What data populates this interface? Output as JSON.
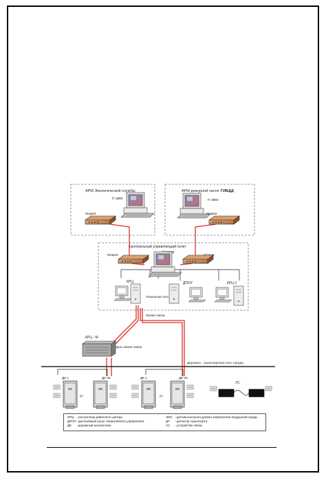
{
  "zones": {
    "ecology": {
      "title": "АРМ Экологической службы",
      "pc_label": "П ЭВМ",
      "modem_label": "Модем"
    },
    "police": {
      "title_prefix": "АРМ дежурной части",
      "title_bold": "ГИБДД",
      "pc_label": "П ЭВМ",
      "modem_label": "Модем"
    },
    "center": {
      "title": "Центральный управляющий пункт",
      "server_label": "Сервер",
      "modem_left": "Модем",
      "modem_right": "Модем",
      "krc_label": "КРЦ",
      "lan_label": "Локальная сеть",
      "dpou_label": "ДПОУ",
      "krc2_label": "КРЦ 2"
    }
  },
  "links": {
    "comm_lines": "Линии связи",
    "comm_line": "Одна линия связи",
    "road_network": "Дорожно - транспортная сеть города"
  },
  "krc_m": {
    "label": "КРЦ - М"
  },
  "field": {
    "dk1_a": "ДК 1",
    "dk40_a": "ДК 40",
    "dk1_b": "ДК 1",
    "dk40_b": "ДК 40",
    "us_label": "УС",
    "dt_label": "ДТ"
  },
  "legend": {
    "items": [
      {
        "abbr": "КРЦ",
        "text": "- контроллер районного центра"
      },
      {
        "abbr": "ДПОУ",
        "text": "- дисплейный пульт оперативного управления"
      },
      {
        "abbr": "ДК",
        "text": "- дорожный контроллер"
      },
      {
        "abbr": "ЭКО",
        "text": "- датчик контроля уровня загрязнения воздушной среды"
      },
      {
        "abbr": "ДТ",
        "text": "- детектор транспорта"
      },
      {
        "abbr": "УС",
        "text": "- устройство связи"
      }
    ]
  },
  "colors": {
    "link_red": "#d9302c",
    "modem_orange": "#cf8a4a",
    "dash_border": "#777777"
  }
}
